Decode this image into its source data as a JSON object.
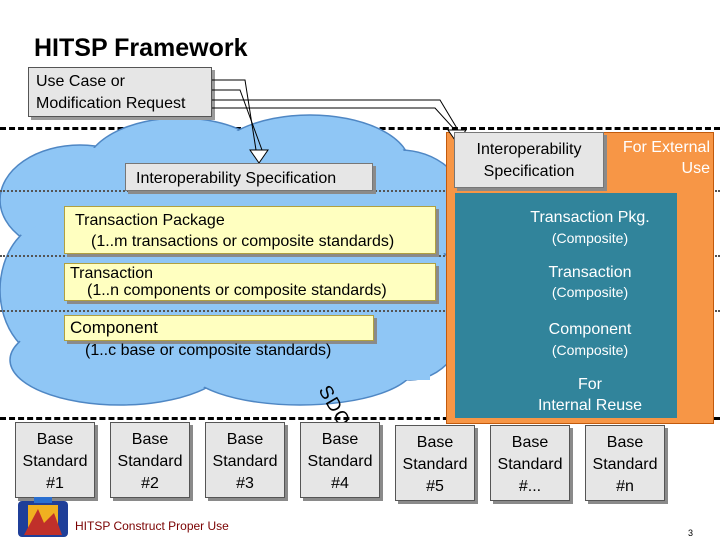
{
  "title": "HITSP Framework",
  "use_case": {
    "line1": "Use Case or",
    "line2": "Modification Request"
  },
  "left": {
    "interop_spec": "Interoperability Specification",
    "transaction_package": {
      "line1": "Transaction Package",
      "line2": "(1..m transactions or composite standards)"
    },
    "transaction": {
      "line1": "Transaction",
      "line2": "(1..n components or composite standards)"
    },
    "component": {
      "line1": "Component",
      "line2": "(1..c base or composite standards)"
    },
    "sdos": "SDOs"
  },
  "right": {
    "interop_spec": {
      "line1": "Interoperability",
      "line2": "Specification"
    },
    "for_external": {
      "line1": "For External",
      "line2": "Use"
    },
    "transaction_pkg": {
      "label": "Transaction Pkg.",
      "sub": "(Composite)"
    },
    "transaction": {
      "label": "Transaction",
      "sub": "(Composite)"
    },
    "component": {
      "label": "Component",
      "sub": "(Composite)"
    },
    "for_internal": {
      "line1": "For",
      "line2": "Internal Reuse"
    }
  },
  "base_standards": [
    {
      "line1": "Base",
      "line2": "Standard",
      "line3": "#1"
    },
    {
      "line1": "Base",
      "line2": "Standard",
      "line3": "#2"
    },
    {
      "line1": "Base",
      "line2": "Standard",
      "line3": "#3"
    },
    {
      "line1": "Base",
      "line2": "Standard",
      "line3": "#4"
    },
    {
      "line1": "Base",
      "line2": "Standard",
      "line3": "#5"
    },
    {
      "line1": "Base",
      "line2": "Standard",
      "line3": "#..."
    },
    {
      "line1": "Base",
      "line2": "Standard",
      "line3": "#n"
    }
  ],
  "footer": "HITSP Construct Proper Use",
  "page_number": "3",
  "colors": {
    "orange": "#f79646",
    "teal": "#31849b",
    "cloud": "#8fc6f5",
    "yellow_box": "#ffffc0",
    "gray_box": "#e6e6e6"
  }
}
